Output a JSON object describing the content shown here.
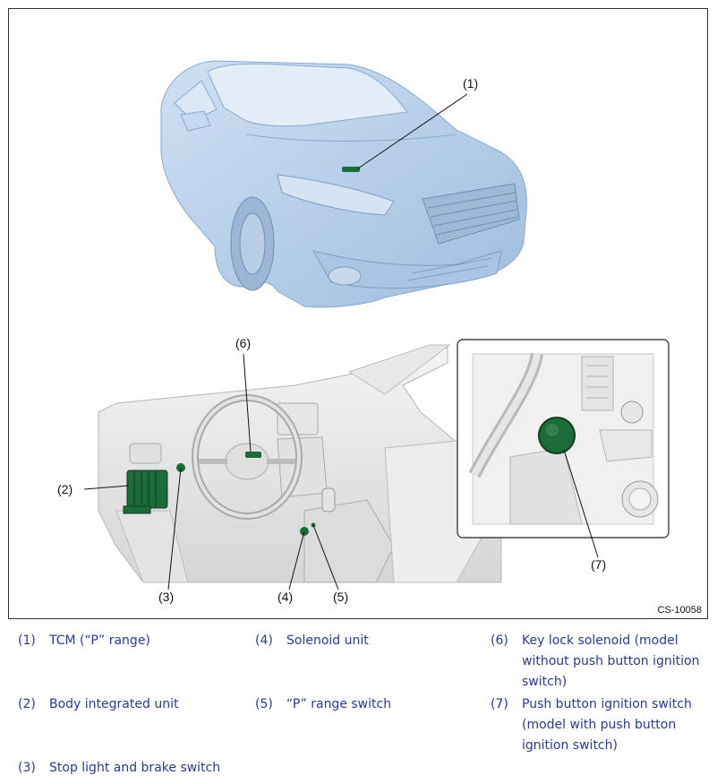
{
  "figure": {
    "code": "CS-10058",
    "callouts": [
      "(1)",
      "(2)",
      "(3)",
      "(4)",
      "(5)",
      "(6)",
      "(7)"
    ]
  },
  "legend": [
    {
      "num": "(1)",
      "text": "TCM (“P” range)"
    },
    {
      "num": "(2)",
      "text": "Body integrated unit"
    },
    {
      "num": "(3)",
      "text": "Stop light and brake switch"
    },
    {
      "num": "(4)",
      "text": "Solenoid unit"
    },
    {
      "num": "(5)",
      "text": "“P” range switch"
    },
    {
      "num": "(6)",
      "text_lines": [
        "Key lock solenoid (model",
        "without push button ignition",
        "switch)"
      ]
    },
    {
      "num": "(7)",
      "text_lines": [
        "Push button ignition switch",
        "(model with push button",
        "ignition switch)"
      ]
    }
  ],
  "colors": {
    "car_body": "#b8d0ea",
    "component": "#1e6b3a",
    "legend_text": "#2b3a8c"
  }
}
